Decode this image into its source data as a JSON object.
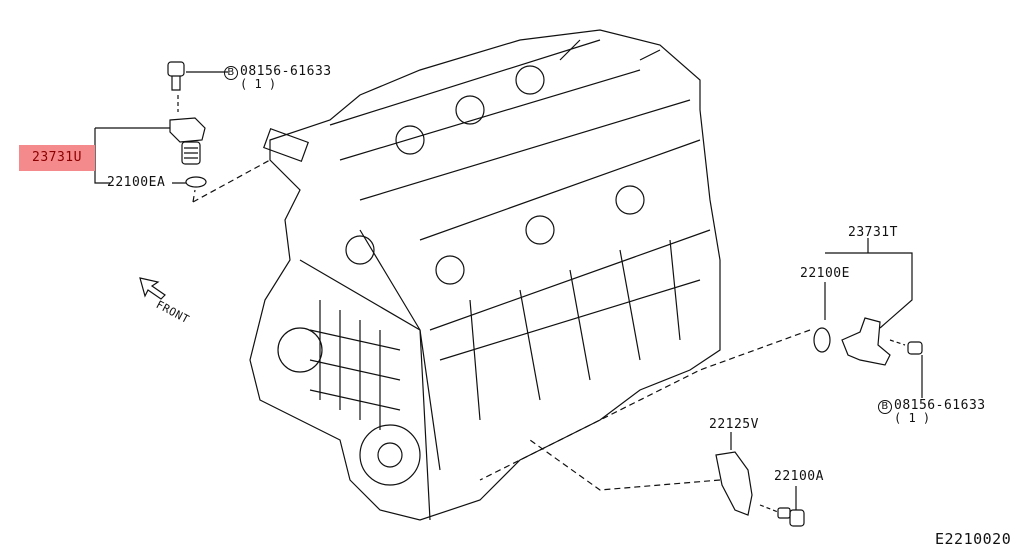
{
  "diagram_code": "E2210020",
  "front_label": "FRONT",
  "highlight_color": "#f58a8c",
  "parts": {
    "bolt_top": {
      "part_no": "08156-61633",
      "symbol": "B",
      "qty": "( 1 )"
    },
    "cam_sensor_top": {
      "part_no": "23731U"
    },
    "oring_top": {
      "part_no": "22100EA"
    },
    "crank_sensor_assy": {
      "part_no": "23731T"
    },
    "oring_right": {
      "part_no": "22100E"
    },
    "bolt_right": {
      "part_no": "08156-61633",
      "symbol": "B",
      "qty": "( 1 )"
    },
    "bracket": {
      "part_no": "22125V"
    },
    "bolt_bottom": {
      "part_no": "22100A"
    }
  }
}
